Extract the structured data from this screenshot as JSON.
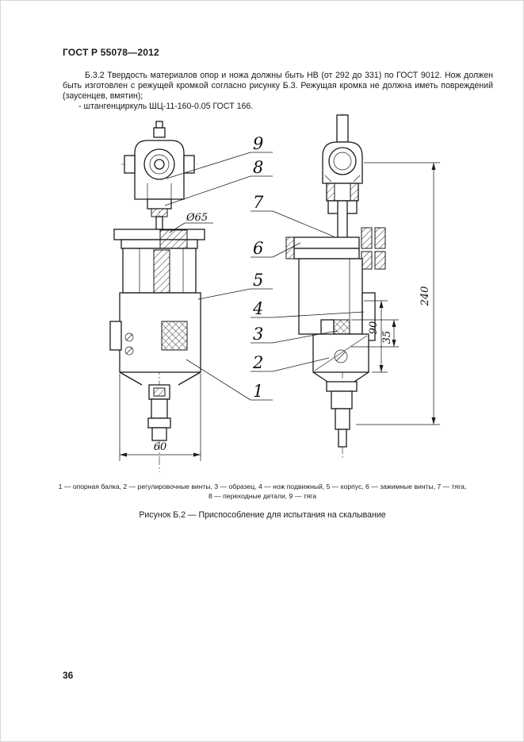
{
  "page": {
    "header": "ГОСТ Р 55078—2012",
    "page_number": "36"
  },
  "body_text": {
    "paragraph1": "Б.3.2 Твердость материалов опор и ножа должны быть НВ (от 292 до 331) по ГОСТ 9012. Нож должен быть изготовлен с режущей кромкой согласно рисунку Б.3. Режущая кромка не должна иметь повреждений (заусенцев, вмятин);",
    "paragraph2": "- штангенциркуль ШЦ-11-160-0.05 ГОСТ 166."
  },
  "drawing": {
    "callouts": [
      "9",
      "8",
      "7",
      "6",
      "5",
      "4",
      "3",
      "2",
      "1"
    ],
    "dimensions": {
      "diameter": "Ø65",
      "height_total": "240",
      "height_90": "90",
      "height_35": "35",
      "width_60": "60"
    }
  },
  "figure": {
    "legend_line1": "1 — опорная балка, 2 — регулировочные винты, 3 — образец, 4 — нож подвижный, 5 — корпус, 6 — зажимные винты, 7 — тяга,",
    "legend_line2": "8 — переходные детали, 9 — тяга",
    "caption": "Рисунок Б.2 — Приспособление для испытания на скалывание"
  }
}
